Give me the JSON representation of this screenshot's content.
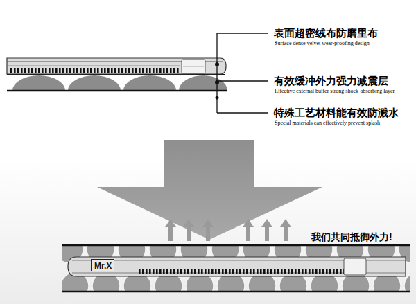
{
  "diagram": {
    "nodes": [
      {
        "text": [
          "Mr.X"
        ]
      }
    ],
    "labels": [
      "表面超密绒布防磨里布",
      "Surface dense velvet wear-proofing design",
      "有效缓冲外力强力减震层",
      "Effective external buffer strong shock-absorbing layer",
      "特殊工艺材料能有效防溅水",
      "Special materials can effectively prevent splash",
      "我们共同抵御外力!"
    ]
  }
}
